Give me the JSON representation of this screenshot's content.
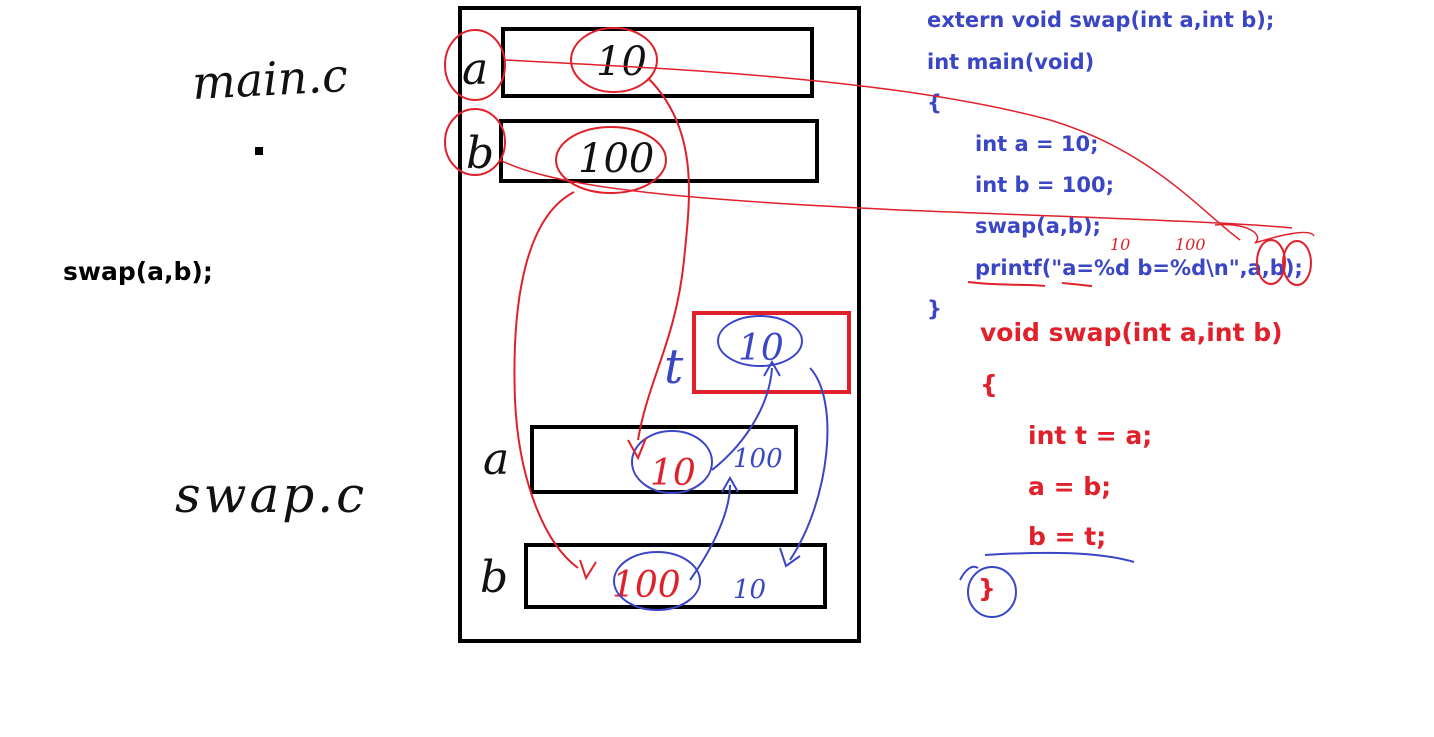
{
  "left": {
    "main_file": "main.c",
    "swap_file": "swap.c",
    "swap_call": "swap(a,b);"
  },
  "memory": {
    "main_a": {
      "label": "a",
      "value": "10"
    },
    "main_b": {
      "label": "b",
      "value": "100"
    },
    "temp_t": {
      "label": "t",
      "value": "10"
    },
    "swap_a": {
      "label": "a",
      "old_value": "10",
      "new_value": "100"
    },
    "swap_b": {
      "label": "b",
      "old_value": "100",
      "new_value": "10"
    }
  },
  "main_code": {
    "color": "#3b46c4",
    "lines": [
      "extern void swap(int a,int b);",
      "int main(void)",
      "{",
      "int a = 10;",
      "int b = 100;",
      "swap(a,b);",
      "printf(\"a=%d b=%d\\n\",a,b);",
      "}"
    ],
    "annotations": [
      "10",
      "100"
    ]
  },
  "swap_code": {
    "color": "#e0212b",
    "lines": [
      "void swap(int a,int b)",
      "{",
      "int t = a;",
      "a = b;",
      "b = t;",
      "}"
    ]
  }
}
